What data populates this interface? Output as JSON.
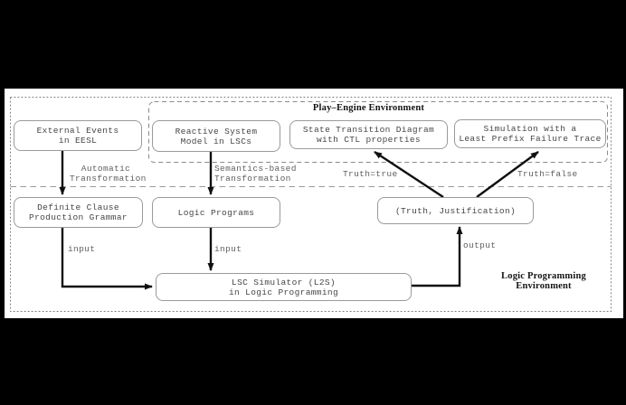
{
  "diagram": {
    "environments": {
      "play_engine": {
        "label": "Play–Engine Environment"
      },
      "logic_programming": {
        "label": "Logic Programming\nEnvironment"
      }
    },
    "boxes": {
      "external_events": {
        "label": "External Events\nin EESL"
      },
      "reactive_system": {
        "label": "Reactive System\nModel in LSCs"
      },
      "state_transition": {
        "label": "State Transition Diagram\nwith CTL properties"
      },
      "simulation_trace": {
        "label": "Simulation with a\nLeast Prefix Failure Trace"
      },
      "dcpg": {
        "label": "Definite Clause\nProduction Grammar"
      },
      "logic_programs": {
        "label": "Logic Programs"
      },
      "truth_justification": {
        "label": "(Truth, Justification)"
      },
      "lsc_simulator": {
        "label": "LSC Simulator (L2S)\nin Logic Programming"
      }
    },
    "edge_labels": {
      "automatic_transformation": {
        "label": "Automatic\nTransformation"
      },
      "semantics_transformation": {
        "label": "Semantics-based\nTransformation"
      },
      "truth_true": {
        "label": "Truth=true"
      },
      "truth_false": {
        "label": "Truth=false"
      },
      "input_left": {
        "label": "input"
      },
      "input_middle": {
        "label": "input"
      },
      "output": {
        "label": "output"
      }
    },
    "colors": {
      "page_background": "#000000",
      "panel_background": "#ffffff",
      "box_border": "#9a9a9a",
      "box_text": "#464646",
      "edge_label_text": "#5f5f5f",
      "arrow": "#101010",
      "dashed_border": "#8a8a8a"
    }
  }
}
